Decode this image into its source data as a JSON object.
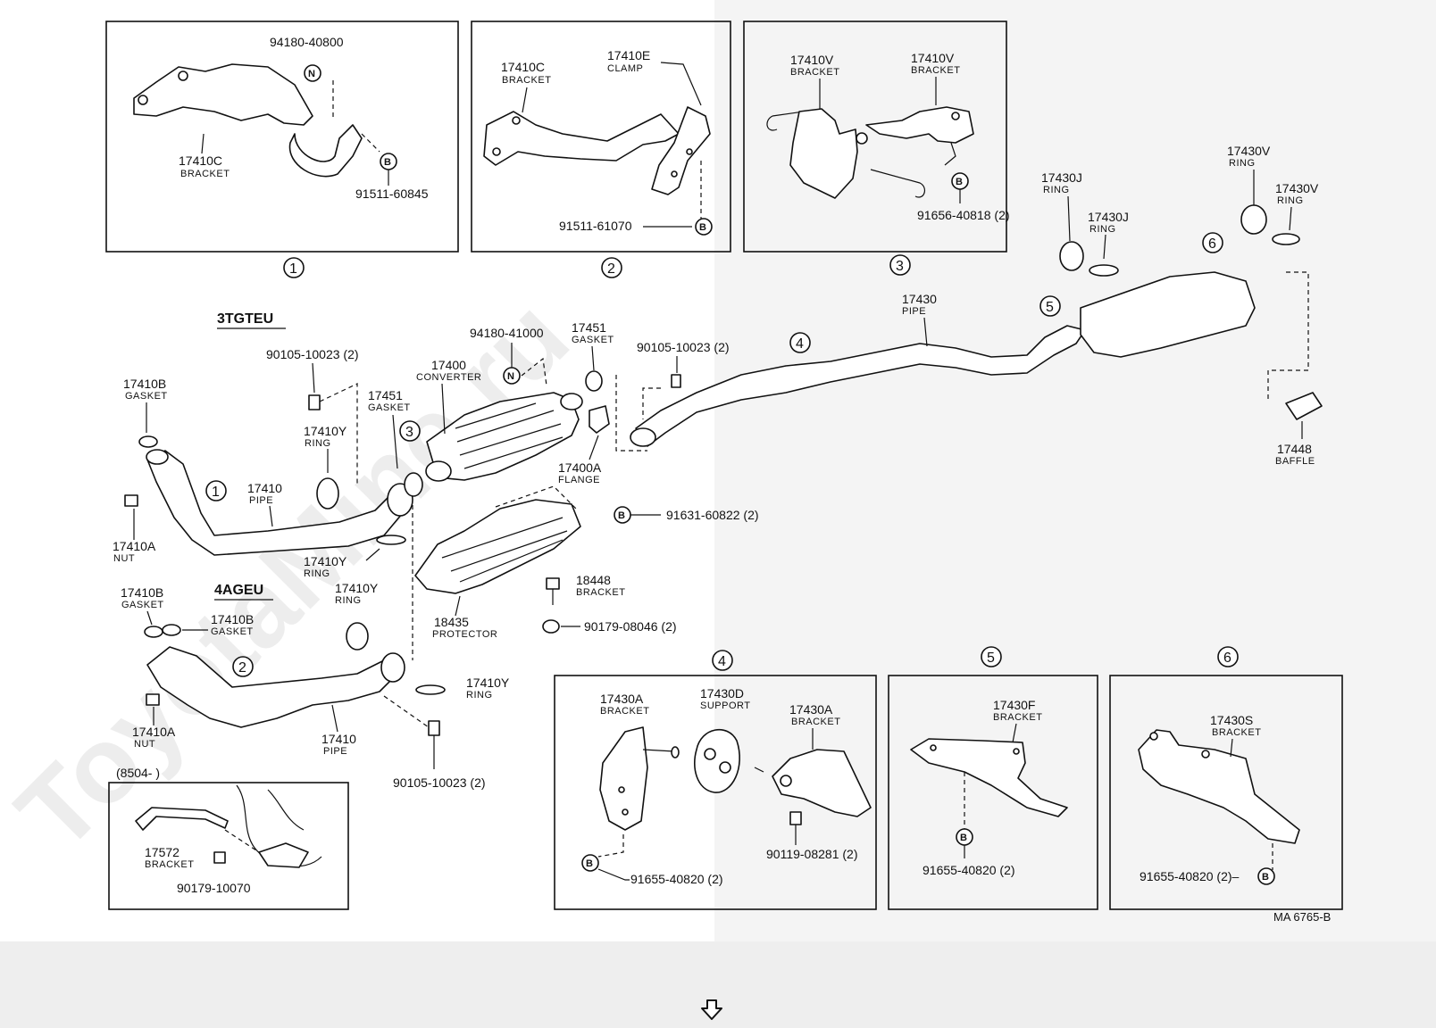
{
  "watermark": "ToyotaMine.ru",
  "engines": {
    "e1": "3TGTEU",
    "e2": "4AGEU"
  },
  "figure_id": "MA 6765-B",
  "date_range": "(8504-        )",
  "callout_b": "B",
  "callout_n": "N",
  "insets": {
    "i1": {
      "num": "1",
      "parts": [
        {
          "pn": "94180-40800",
          "name": ""
        },
        {
          "pn": "17410C",
          "name": "BRACKET"
        },
        {
          "pn": "91511-60845",
          "name": ""
        }
      ]
    },
    "i2": {
      "num": "2",
      "parts": [
        {
          "pn": "17410C",
          "name": "BRACKET"
        },
        {
          "pn": "17410E",
          "name": "CLAMP"
        },
        {
          "pn": "91511-61070",
          "name": ""
        }
      ]
    },
    "i3": {
      "num": "3",
      "parts": [
        {
          "pn": "17410V",
          "name": "BRACKET"
        },
        {
          "pn": "17410V",
          "name": "BRACKET"
        },
        {
          "pn": "91656-40818 (2)",
          "name": ""
        }
      ]
    },
    "i4": {
      "num": "4",
      "parts": [
        {
          "pn": "17430A",
          "name": "BRACKET"
        },
        {
          "pn": "17430D",
          "name": "SUPPORT"
        },
        {
          "pn": "17430A",
          "name": "BRACKET"
        },
        {
          "pn": "90119-08281 (2)",
          "name": ""
        },
        {
          "pn": "91655-40820 (2)",
          "name": ""
        }
      ]
    },
    "i5": {
      "num": "5",
      "parts": [
        {
          "pn": "17430F",
          "name": "BRACKET"
        },
        {
          "pn": "91655-40820 (2)",
          "name": ""
        }
      ]
    },
    "i6": {
      "num": "6",
      "parts": [
        {
          "pn": "17430S",
          "name": "BRACKET"
        },
        {
          "pn": "91655-40820 (2)–",
          "name": ""
        }
      ]
    },
    "i7": {
      "parts": [
        {
          "pn": "17572",
          "name": "BRACKET"
        },
        {
          "pn": "90179-10070",
          "name": ""
        }
      ]
    }
  },
  "main": {
    "gasket_17410b_a": {
      "pn": "17410B",
      "name": "GASKET"
    },
    "nut_17410a_a": {
      "pn": "17410A",
      "name": "NUT"
    },
    "pipe_17410_a": {
      "pn": "17410",
      "name": "PIPE"
    },
    "bolt_90105_a": {
      "pn": "90105-10023 (2)",
      "name": ""
    },
    "ring_17410y_a": {
      "pn": "17410Y",
      "name": "RING"
    },
    "gasket_17451_a": {
      "pn": "17451",
      "name": "GASKET"
    },
    "ring_17410y_b": {
      "pn": "17410Y",
      "name": "RING"
    },
    "nut_94180_41000": {
      "pn": "94180-41000",
      "name": ""
    },
    "converter_17400": {
      "pn": "17400",
      "name": "CONVERTER"
    },
    "gasket_17451_b": {
      "pn": "17451",
      "name": "GASKET"
    },
    "flange_17400a": {
      "pn": "17400A",
      "name": "FLANGE"
    },
    "bolt_90105_b": {
      "pn": "90105-10023 (2)",
      "name": ""
    },
    "bolt_91631": {
      "pn": "91631-60822 (2)",
      "name": ""
    },
    "bracket_18448": {
      "pn": "18448",
      "name": "BRACKET"
    },
    "protector_18435": {
      "pn": "18435",
      "name": "PROTECTOR"
    },
    "nut_90179_08046": {
      "pn": "90179-08046 (2)",
      "name": ""
    },
    "gasket_17410b_b": {
      "pn": "17410B",
      "name": "GASKET"
    },
    "gasket_17410b_c": {
      "pn": "17410B",
      "name": "GASKET"
    },
    "ring_17410y_c": {
      "pn": "17410Y",
      "name": "RING"
    },
    "nut_17410a_b": {
      "pn": "17410A",
      "name": "NUT"
    },
    "pipe_17410_b": {
      "pn": "17410",
      "name": "PIPE"
    },
    "ring_17410y_d": {
      "pn": "17410Y",
      "name": "RING"
    },
    "bolt_90105_c": {
      "pn": "90105-10023 (2)",
      "name": ""
    },
    "pipe_17430": {
      "pn": "17430",
      "name": "PIPE"
    },
    "ring_17430j_a": {
      "pn": "17430J",
      "name": "RING"
    },
    "ring_17430j_b": {
      "pn": "17430J",
      "name": "RING"
    },
    "ring_17430v_a": {
      "pn": "17430V",
      "name": "RING"
    },
    "ring_17430v_b": {
      "pn": "17430V",
      "name": "RING"
    },
    "baffle_17448": {
      "pn": "17448",
      "name": "BAFFLE"
    }
  },
  "callouts": {
    "c1": "1",
    "c2": "2",
    "c3": "3",
    "c4": "4",
    "c5": "5",
    "c6": "6"
  },
  "nav": {
    "scroll_down_icon": "down-arrow-outline-icon"
  }
}
